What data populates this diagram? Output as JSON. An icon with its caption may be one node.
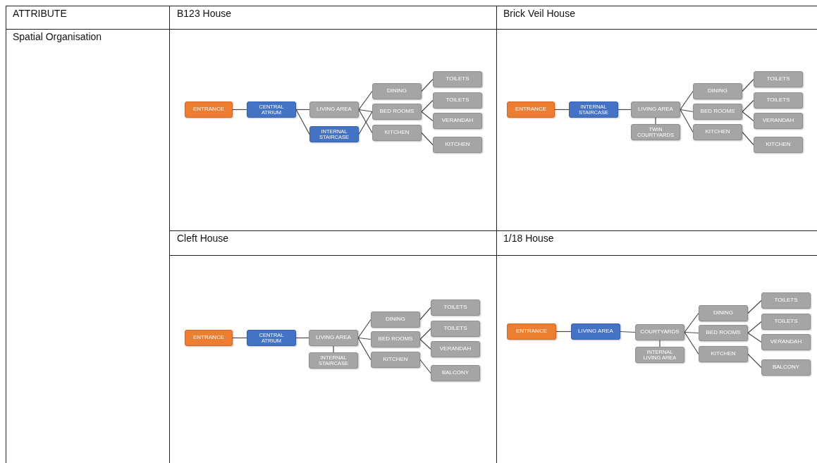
{
  "diagram": {
    "nodes": [
      {
        "text": [
          "ENTRANCE"
        ]
      },
      {
        "text": [
          "CENTRAL ATRIUM"
        ]
      },
      {
        "text": [
          "LIVING AREA"
        ]
      },
      {
        "text": [
          "INTERNAL STAIRCASE"
        ]
      },
      {
        "text": [
          "DINING"
        ]
      },
      {
        "text": [
          "BED ROOMS"
        ]
      },
      {
        "text": [
          "KITCHEN"
        ]
      },
      {
        "text": [
          "TOILETS"
        ]
      },
      {
        "text": [
          "TOILETS"
        ]
      },
      {
        "text": [
          "VERANDAH"
        ]
      },
      {
        "text": [
          "KITCHEN"
        ]
      },
      {
        "text": [
          "ENTRANCE"
        ]
      },
      {
        "text": [
          "INTERNAL STAIRCASE"
        ]
      },
      {
        "text": [
          "LIVING AREA"
        ]
      },
      {
        "text": [
          "TWIN COURTYARDS"
        ]
      },
      {
        "text": [
          "DINING"
        ]
      },
      {
        "text": [
          "BED ROOMS"
        ]
      },
      {
        "text": [
          "KITCHEN"
        ]
      },
      {
        "text": [
          "TOILETS"
        ]
      },
      {
        "text": [
          "TOILETS"
        ]
      },
      {
        "text": [
          "VERANDAH"
        ]
      },
      {
        "text": [
          "KITCHEN"
        ]
      },
      {
        "text": [
          "ENTRANCE"
        ]
      },
      {
        "text": [
          "CENTRAL ATRIUM"
        ]
      },
      {
        "text": [
          "LIVING AREA"
        ]
      },
      {
        "text": [
          "INTERNAL STAIRCASE"
        ]
      },
      {
        "text": [
          "DINING"
        ]
      },
      {
        "text": [
          "BED ROOMS"
        ]
      },
      {
        "text": [
          "KITCHEN"
        ]
      },
      {
        "text": [
          "TOILETS"
        ]
      },
      {
        "text": [
          "TOILETS"
        ]
      },
      {
        "text": [
          "VERANDAH"
        ]
      },
      {
        "text": [
          "BALCONY"
        ]
      },
      {
        "text": [
          "ENTRANCE"
        ]
      },
      {
        "text": [
          "LIVING AREA"
        ]
      },
      {
        "text": [
          "COURTYARDS"
        ]
      },
      {
        "text": [
          "INTERNAL LIVING AREA"
        ]
      },
      {
        "text": [
          "DINING"
        ]
      },
      {
        "text": [
          "BED ROOMS"
        ]
      },
      {
        "text": [
          "KITCHEN"
        ]
      },
      {
        "text": [
          "TOILETS"
        ]
      },
      {
        "text": [
          "TOILETS"
        ]
      },
      {
        "text": [
          "VERANDAH"
        ]
      },
      {
        "text": [
          "BALCONY"
        ]
      }
    ],
    "edges": [
      {
        "from": 0,
        "to": 1,
        "arrow": "none"
      },
      {
        "from": 1,
        "to": 2,
        "arrow": "none"
      },
      {
        "from": 1,
        "to": 3,
        "arrow": "none"
      },
      {
        "from": 2,
        "to": 4,
        "arrow": "none"
      },
      {
        "from": 2,
        "to": 5,
        "arrow": "none"
      },
      {
        "from": 2,
        "to": 6,
        "arrow": "none"
      },
      {
        "from": 3,
        "to": 5,
        "arrow": "none"
      },
      {
        "from": 4,
        "to": 7,
        "arrow": "none"
      },
      {
        "from": 5,
        "to": 8,
        "arrow": "none"
      },
      {
        "from": 5,
        "to": 9,
        "arrow": "none"
      },
      {
        "from": 6,
        "to": 10,
        "arrow": "none"
      },
      {
        "from": 11,
        "to": 12,
        "arrow": "none"
      },
      {
        "from": 12,
        "to": 13,
        "arrow": "none"
      },
      {
        "from": 13,
        "to": 14,
        "arrow": "none"
      },
      {
        "from": 13,
        "to": 15,
        "arrow": "none"
      },
      {
        "from": 13,
        "to": 16,
        "arrow": "none"
      },
      {
        "from": 13,
        "to": 17,
        "arrow": "none"
      },
      {
        "from": 15,
        "to": 18,
        "arrow": "none"
      },
      {
        "from": 16,
        "to": 19,
        "arrow": "none"
      },
      {
        "from": 16,
        "to": 20,
        "arrow": "none"
      },
      {
        "from": 17,
        "to": 21,
        "arrow": "none"
      },
      {
        "from": 22,
        "to": 23,
        "arrow": "none"
      },
      {
        "from": 23,
        "to": 24,
        "arrow": "none"
      },
      {
        "from": 24,
        "to": 25,
        "arrow": "none"
      },
      {
        "from": 24,
        "to": 26,
        "arrow": "none"
      },
      {
        "from": 24,
        "to": 27,
        "arrow": "none"
      },
      {
        "from": 24,
        "to": 28,
        "arrow": "none"
      },
      {
        "from": 26,
        "to": 29,
        "arrow": "none"
      },
      {
        "from": 27,
        "to": 30,
        "arrow": "none"
      },
      {
        "from": 27,
        "to": 31,
        "arrow": "none"
      },
      {
        "from": 28,
        "to": 32,
        "arrow": "none"
      },
      {
        "from": 33,
        "to": 34,
        "arrow": "none"
      },
      {
        "from": 34,
        "to": 35,
        "arrow": "none"
      },
      {
        "from": 35,
        "to": 36,
        "arrow": "none"
      },
      {
        "from": 35,
        "to": 37,
        "arrow": "none"
      },
      {
        "from": 35,
        "to": 38,
        "arrow": "none"
      },
      {
        "from": 35,
        "to": 39,
        "arrow": "none"
      },
      {
        "from": 37,
        "to": 40,
        "arrow": "none"
      },
      {
        "from": 38,
        "to": 41,
        "arrow": "none"
      },
      {
        "from": 38,
        "to": 42,
        "arrow": "none"
      },
      {
        "from": 39,
        "to": 43,
        "arrow": "none"
      }
    ],
    "labels": [
      "ATTRIBUTE",
      "B123 House",
      "Brick Veil House",
      "Spatial Organisation",
      "Cleft House",
      "1/18 House"
    ]
  }
}
